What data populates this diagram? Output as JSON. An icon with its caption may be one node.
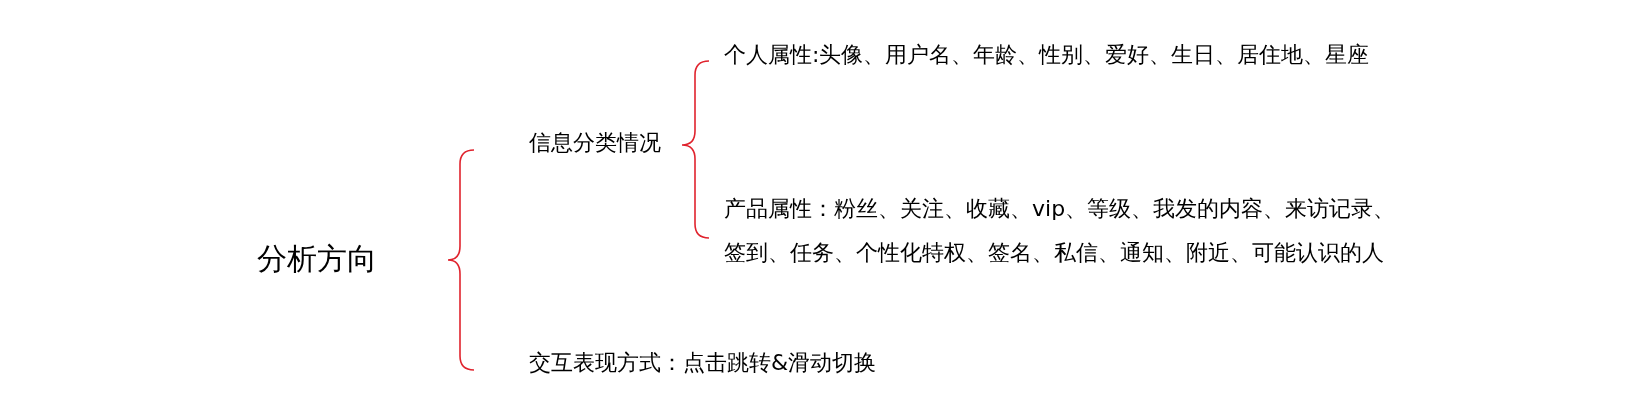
{
  "diagram": {
    "labels": [
      "分析方向",
      "信息分类情况",
      "个人属性:头像、用户名、年龄、性别、爱好、生日、居住地、星座",
      "产品属性：粉丝、关注、收藏、vip、等级、我发的内容、来访记录、签到、任务、个性化特权、签名、私信、通知、附近、可能认识的人",
      "交互表现方式：点击跳转&滑动切换"
    ]
  }
}
